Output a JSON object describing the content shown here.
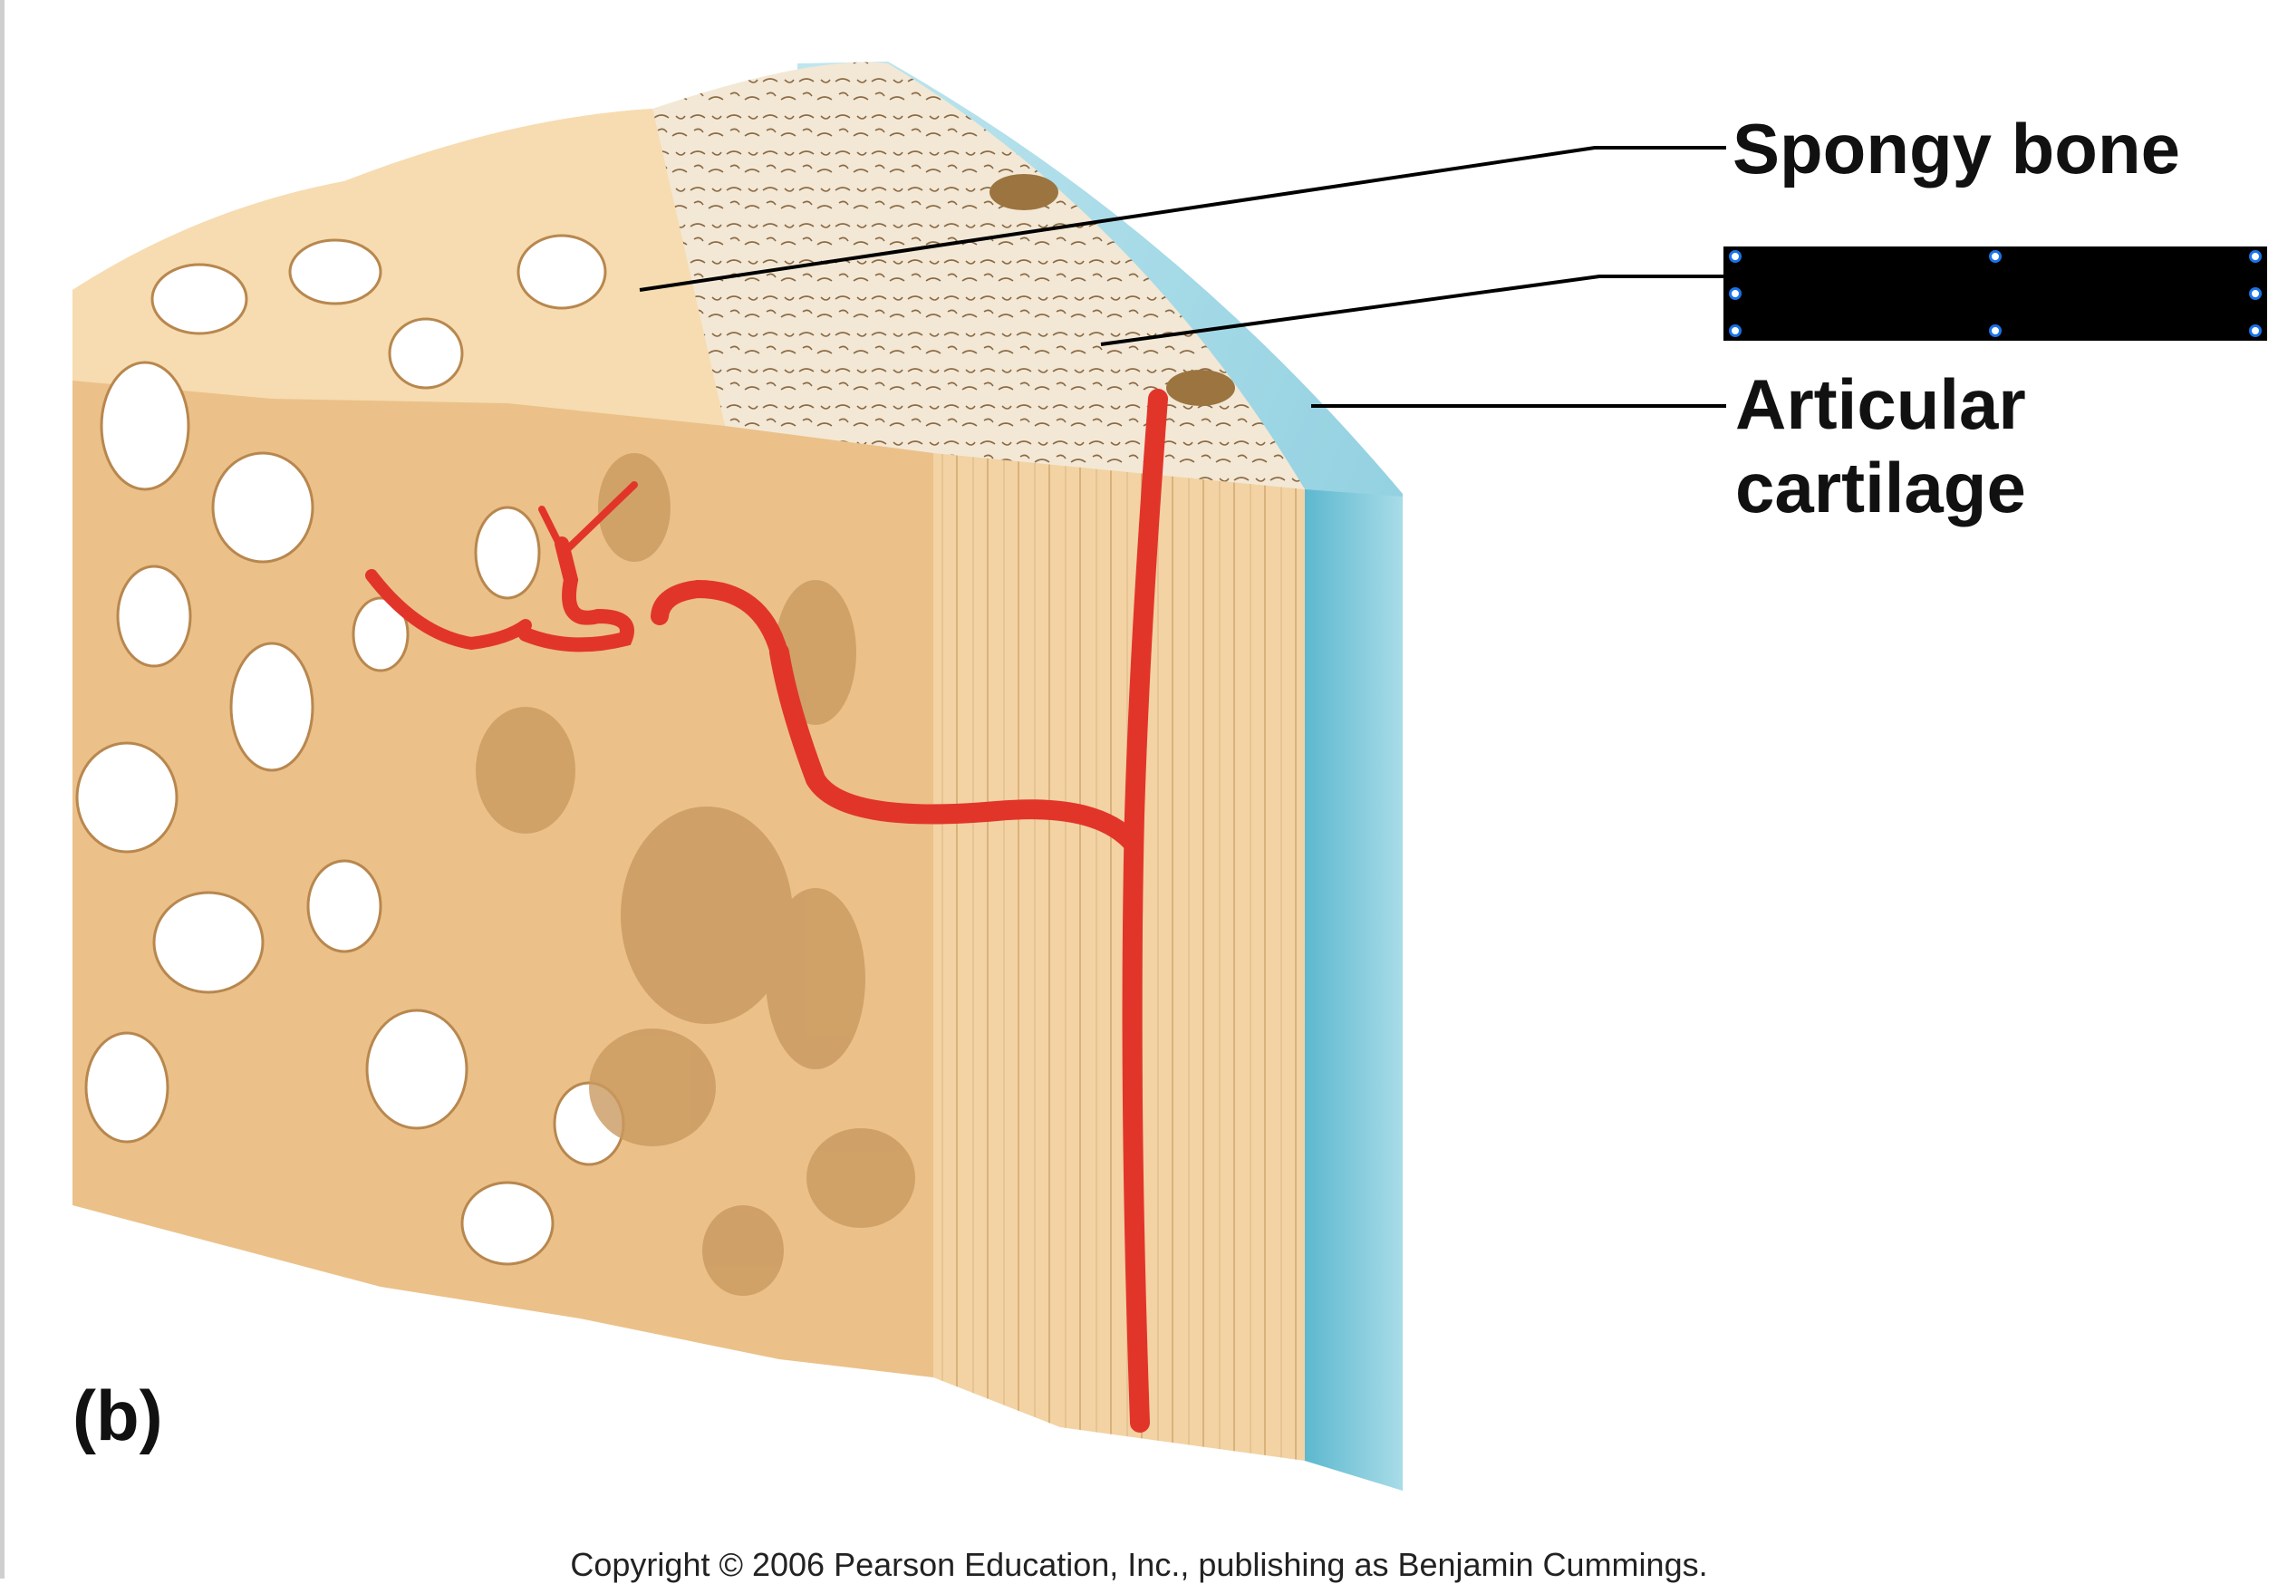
{
  "labels": {
    "spongy_bone": "Spongy bone",
    "articular_line1": "Articular",
    "articular_line2": "cartilage",
    "panel": "(b)"
  },
  "copyright": "Copyright © 2006 Pearson Education, Inc., publishing as Benjamin Cummings.",
  "colors": {
    "bone_light": "#F6D6A8",
    "bone_mid": "#E9BE86",
    "bone_shadow": "#C89A62",
    "cartilage": "#8FD0E0",
    "cartilage_dark": "#5DB8CF",
    "vessel": "#E2352A",
    "compact_texture": "#F2E7D4",
    "redaction_box": "#000000",
    "handle_stroke": "#1a73e8"
  },
  "icons": {
    "selection_handle": "circle-handle-icon"
  }
}
